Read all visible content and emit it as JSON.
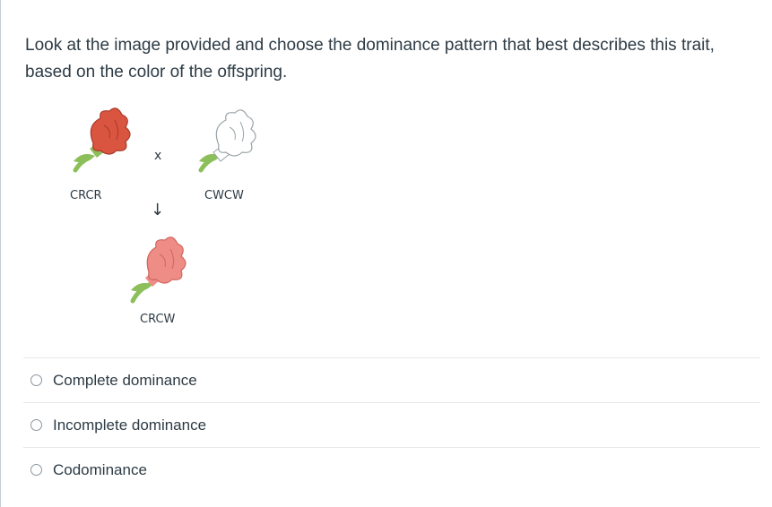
{
  "question": {
    "text": "Look at the image provided and choose the dominance pattern that best describes this trait, based on the color of the offspring."
  },
  "figure": {
    "cross_symbol": "x",
    "arrow_symbol": "↓",
    "parent_red_genotype": "CRCR",
    "parent_white_genotype": "CWCW",
    "offspring_genotype": "CRCW",
    "colors": {
      "red_flower": "#d9553f",
      "white_flower": "#ffffff",
      "pink_flower": "#ee8c86",
      "stem": "#8cbf5a"
    }
  },
  "answers": [
    {
      "label": "Complete dominance",
      "selected": false
    },
    {
      "label": "Incomplete dominance",
      "selected": false
    },
    {
      "label": "Codominance",
      "selected": false
    }
  ]
}
